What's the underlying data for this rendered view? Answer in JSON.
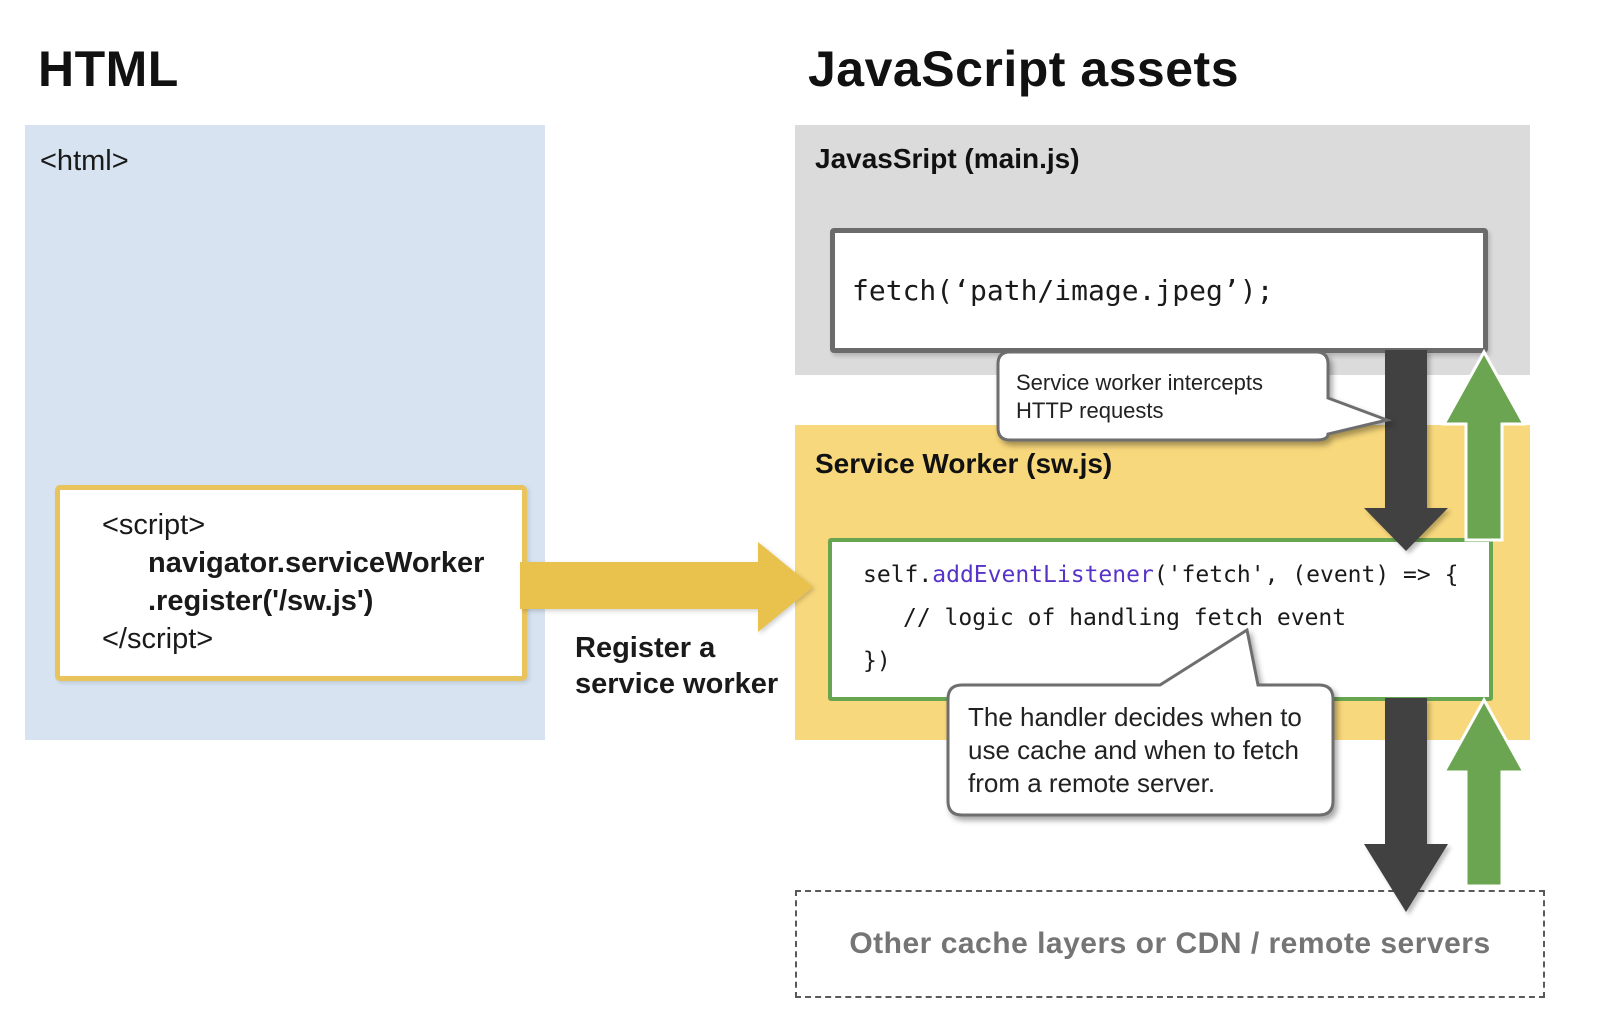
{
  "left": {
    "title": "HTML",
    "html_open_tag": "<html>",
    "script_lines": {
      "l1": "<script>",
      "l2": "navigator.serviceWorker",
      "l3": ".register('/sw.js')",
      "l4": "</script>"
    }
  },
  "register_label": {
    "line1": "Register a",
    "line2": "service worker"
  },
  "right": {
    "title": "JavaScript assets",
    "main_js": {
      "label": "JavasSript (main.js)",
      "code": "fetch(‘path/image.jpeg’);"
    },
    "service_worker": {
      "label": "Service Worker (sw.js)",
      "code": {
        "l1a": "self.",
        "l1b": "addEventListener",
        "l1c": "('fetch', (event) => {",
        "l2": "// logic of handling fetch event",
        "l3": "})"
      }
    },
    "cache_box": {
      "label": "Other cache layers or CDN / remote servers"
    }
  },
  "callouts": {
    "intercept": {
      "line1": "Service worker intercepts",
      "line2": "HTTP requests"
    },
    "handler": {
      "line1": "The handler decides when to",
      "line2": "use cache and when to fetch",
      "line3": "from a remote server."
    }
  },
  "colors": {
    "blue_panel": "#D7E3F1",
    "gray_panel": "#DBDBDB",
    "yellow_panel": "#F8D87C",
    "gold_border": "#E9C45C",
    "gold_arrow": "#E9C24E",
    "dark_arrow": "#414141",
    "green_arrow": "#6CA551",
    "green_border": "#68A551",
    "purple_code": "#5733C8",
    "fetch_border": "#6B6B6B",
    "dashed_border": "#595959",
    "muted_text": "#757575"
  }
}
